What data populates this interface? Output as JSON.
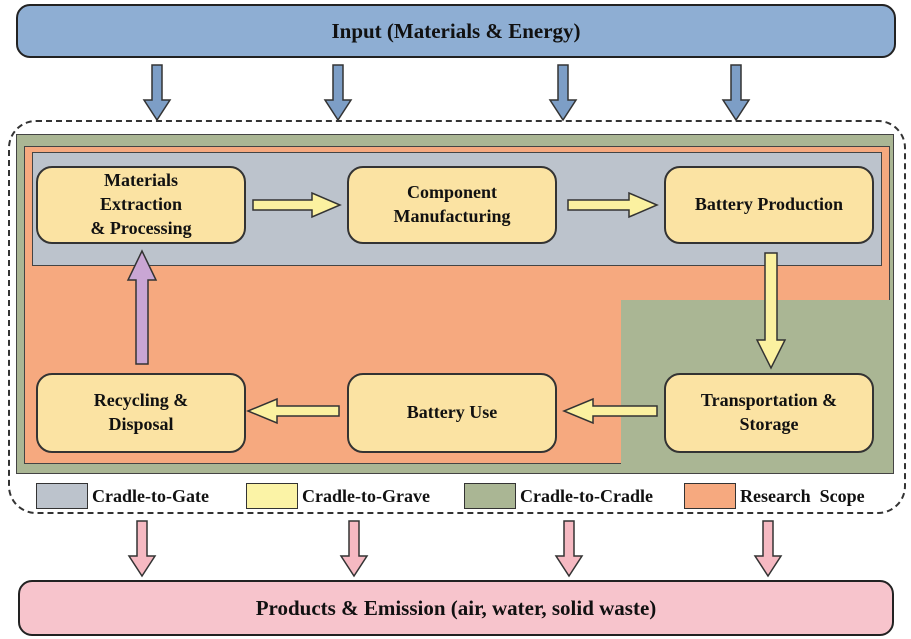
{
  "input_bar": {
    "label": "Input (Materials & Energy)"
  },
  "output_bar": {
    "label": "Products & Emission (air, water, solid waste)"
  },
  "nodes": {
    "materials": "Materials\nExtraction\n& Processing",
    "component": "Component\nManufacturing",
    "battery_production": "Battery Production",
    "transportation": "Transportation &\nStorage",
    "battery_use": "Battery Use",
    "recycling": "Recycling &\nDisposal"
  },
  "legend": [
    {
      "label": "Cradle-to-Gate",
      "color": "#bcc3cc"
    },
    {
      "label": "Cradle-to-Grave",
      "color": "#fbf3a6"
    },
    {
      "label": "Cradle-to-Cradle",
      "color": "#aab694"
    },
    {
      "label": "Research  Scope",
      "color": "#f6a97f"
    }
  ],
  "colors": {
    "input_bar": "#8eaed3",
    "input_arrows": "#7d9ec6",
    "output_bar": "#f7c4cc",
    "output_arrows": "#f6b9c2",
    "node_fill": "#fbe3a3",
    "flow_arrow": "#fbf1a0",
    "recycle_arrow": "#c9a6d4"
  }
}
